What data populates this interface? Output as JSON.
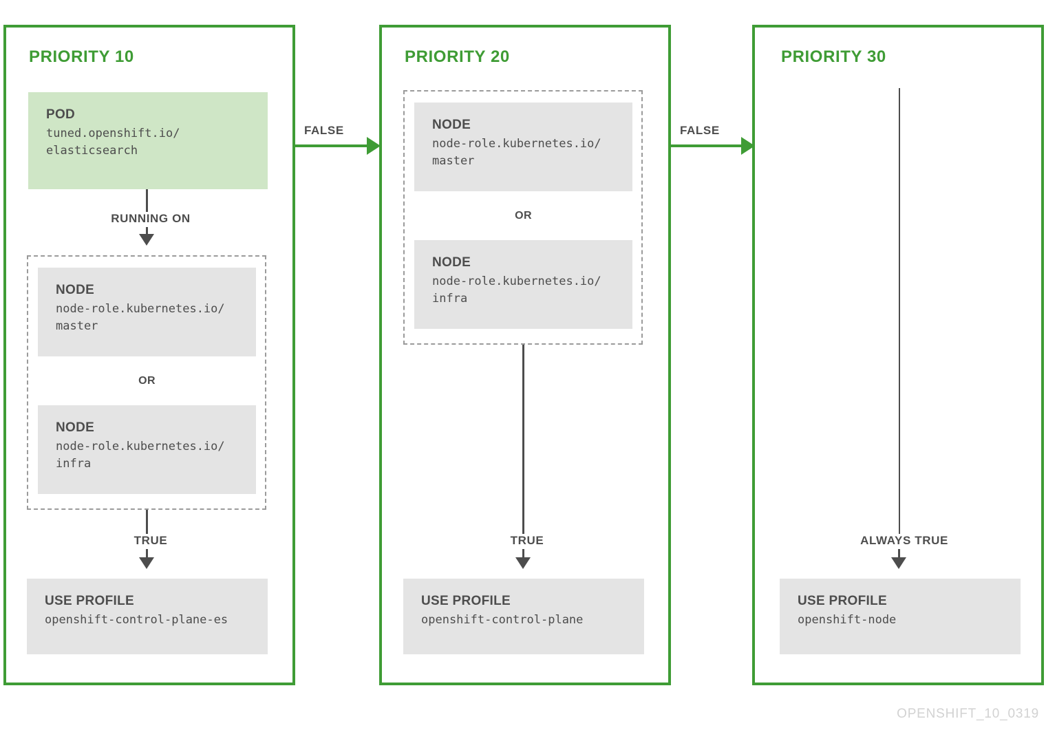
{
  "diagram": {
    "footer_id": "OPENSHIFT_10_0319",
    "accent_green": "#3f9c35",
    "pod_fill": "#cfe6c6",
    "box_fill": "#e4e4e4",
    "text_gray": "#4d4d4d"
  },
  "columns": [
    {
      "title": "PRIORITY 10",
      "pod": {
        "heading": "POD",
        "value": "tuned.openshift.io/\nelasticsearch"
      },
      "running_on_label": "RUNNING ON",
      "match_group": {
        "or_label": "OR",
        "nodes": [
          {
            "heading": "NODE",
            "value": "node-role.kubernetes.io/\nmaster"
          },
          {
            "heading": "NODE",
            "value": "node-role.kubernetes.io/\ninfra"
          }
        ]
      },
      "true_label": "TRUE",
      "profile": {
        "heading": "USE PROFILE",
        "value": "openshift-control-plane-es"
      },
      "false_label": "FALSE"
    },
    {
      "title": "PRIORITY 20",
      "match_group": {
        "or_label": "OR",
        "nodes": [
          {
            "heading": "NODE",
            "value": "node-role.kubernetes.io/\nmaster"
          },
          {
            "heading": "NODE",
            "value": "node-role.kubernetes.io/\ninfra"
          }
        ]
      },
      "true_label": "TRUE",
      "profile": {
        "heading": "USE PROFILE",
        "value": "openshift-control-plane"
      },
      "false_label": "FALSE"
    },
    {
      "title": "PRIORITY 30",
      "true_label": "ALWAYS TRUE",
      "profile": {
        "heading": "USE PROFILE",
        "value": "openshift-node"
      }
    }
  ]
}
